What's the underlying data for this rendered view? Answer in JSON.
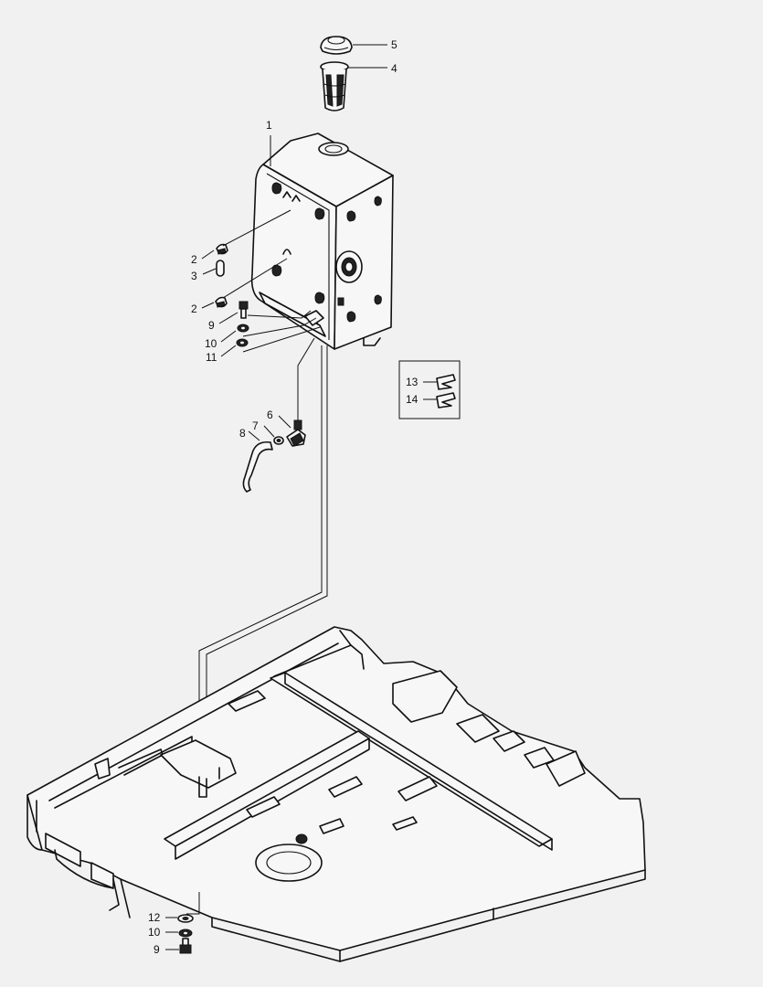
{
  "callouts": [
    {
      "id": "c5",
      "label": "5"
    },
    {
      "id": "c4",
      "label": "4"
    },
    {
      "id": "c1",
      "label": "1"
    },
    {
      "id": "c2a",
      "label": "2"
    },
    {
      "id": "c3",
      "label": "3"
    },
    {
      "id": "c2b",
      "label": "2"
    },
    {
      "id": "c9a",
      "label": "9"
    },
    {
      "id": "c10a",
      "label": "10"
    },
    {
      "id": "c11",
      "label": "11"
    },
    {
      "id": "c6",
      "label": "6"
    },
    {
      "id": "c7",
      "label": "7"
    },
    {
      "id": "c8",
      "label": "8"
    },
    {
      "id": "c13",
      "label": "13"
    },
    {
      "id": "c14",
      "label": "14"
    },
    {
      "id": "c12",
      "label": "12"
    },
    {
      "id": "c10b",
      "label": "10"
    },
    {
      "id": "c9b",
      "label": "9"
    }
  ]
}
